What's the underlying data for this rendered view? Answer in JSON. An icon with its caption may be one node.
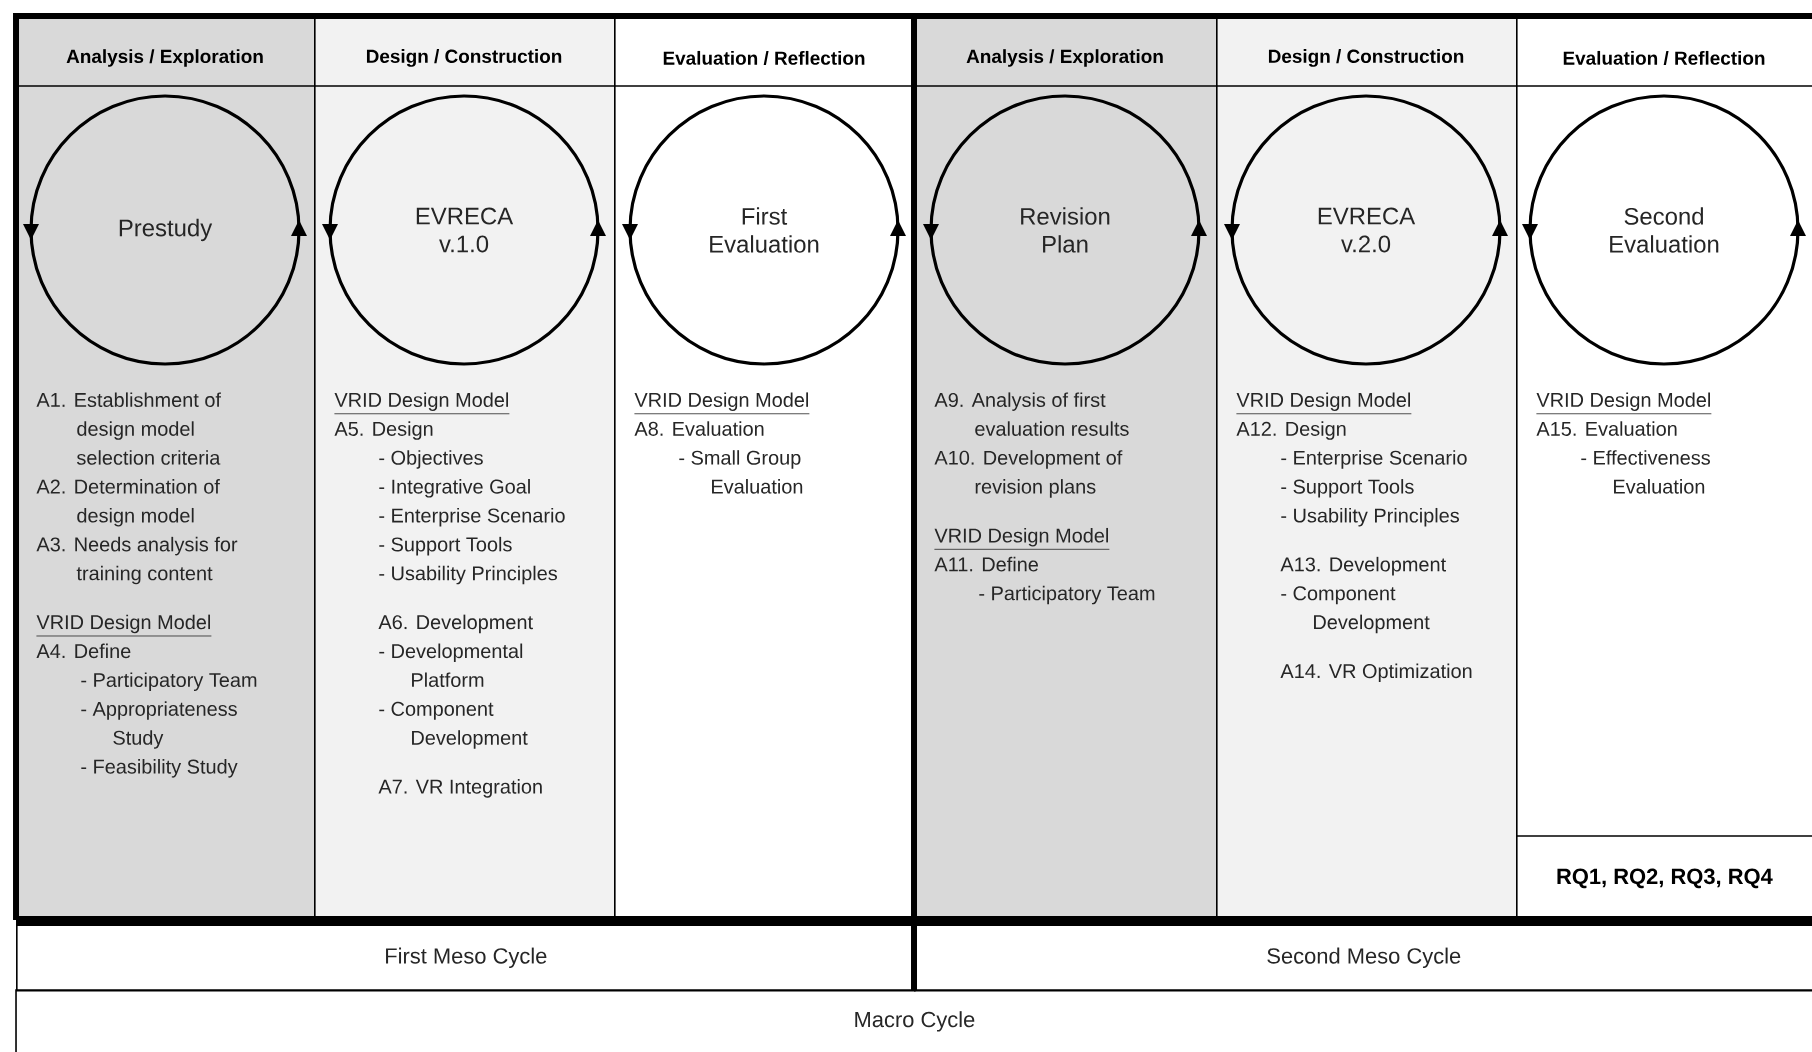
{
  "diagram": {
    "nodes": [
      {
        "text": [
          "Analysis / Exploration",
          "A1. Establishment of design model selection criteria",
          "A2. Determination of design model",
          "A3. Needs analysis for training content",
          "VRID Design Model",
          "A4. Define",
          "- Participatory Team",
          "- Appropriateness Study",
          "- Feasibility Study"
        ]
      },
      {
        "text": [
          "Prestudy"
        ],
        "in": 0
      },
      {
        "text": [
          "Design / Construction",
          "VRID Design Model",
          "A5. Design",
          "- Objectives",
          "- Integrative Goal",
          "- Enterprise Scenario",
          "- Support Tools",
          "- Usability Principles",
          "A6. Development",
          "- Developmental Platform",
          "- Component Development",
          "A7. VR Integration"
        ]
      },
      {
        "text": [
          "EVRECA v.1.0"
        ],
        "in": 2
      },
      {
        "text": [
          "Evaluation / Reflection",
          "VRID Design Model",
          "A8. Evaluation",
          "- Small Group Evaluation"
        ]
      },
      {
        "text": [
          "First Evaluation"
        ],
        "in": 4
      },
      {
        "text": [
          "Analysis / Exploration",
          "A9. Analysis of first evaluation results",
          "A10. Development of revision plans",
          "VRID Design Model",
          "A11. Define",
          "- Participatory Team"
        ]
      },
      {
        "text": [
          "Revision Plan"
        ],
        "in": 6
      },
      {
        "text": [
          "Design / Construction",
          "VRID Design Model",
          "A12. Design",
          "- Enterprise Scenario",
          "- Support Tools",
          "- Usability Principles",
          "A13. Development",
          "- Component Development",
          "A14. VR Optimization"
        ]
      },
      {
        "text": [
          "EVRECA v.2.0"
        ],
        "in": 8
      },
      {
        "text": [
          "Evaluation / Reflection",
          "VRID Design Model",
          "A15. Evaluation",
          "- Effectiveness Evaluation"
        ]
      },
      {
        "text": [
          "Second Evaluation"
        ],
        "in": 10
      },
      {
        "text": [
          "RQ1, RQ2, RQ3, RQ4"
        ],
        "in": 10
      },
      {
        "text": [
          "First Meso Cycle"
        ]
      },
      {
        "text": [
          "Second Meso Cycle"
        ]
      },
      {
        "text": [
          "Macro Cycle"
        ]
      }
    ]
  }
}
